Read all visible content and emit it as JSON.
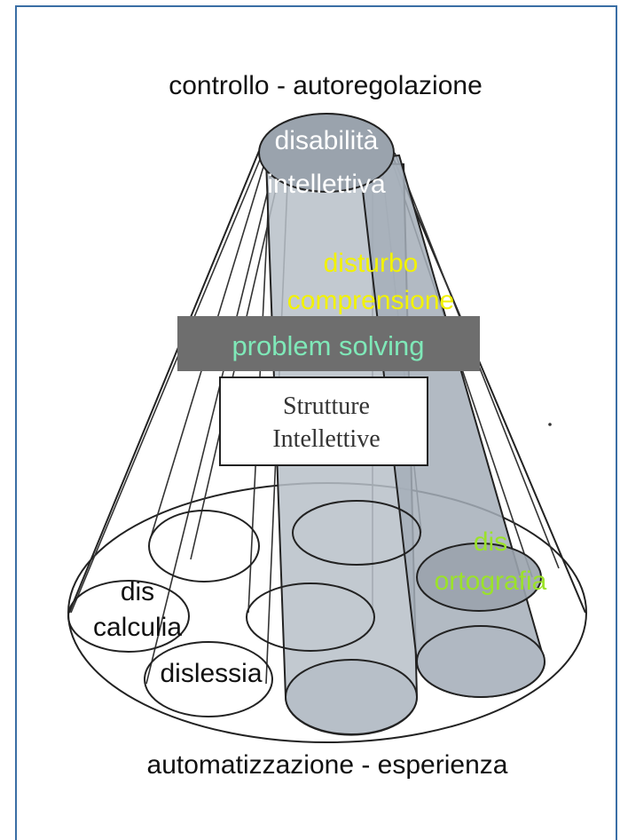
{
  "labels": {
    "top": "controllo - autoregolazione",
    "bottom": "automatizzazione - esperienza",
    "apex_line1": "disabilità",
    "apex_line2": "intellettiva",
    "comp_line1": "disturbo",
    "comp_line2": "comprensione",
    "problem_solving": "problem solving",
    "strutture_line1": "Strutture",
    "strutture_line2": "Intellettive",
    "calc_line1": "dis",
    "calc_line2": "calculia",
    "dislessia": "dislessia",
    "orto_line1": "dis",
    "orto_line2": "ortografia"
  },
  "colors": {
    "frame": "#3a6ea5",
    "cylinder_fill": "#b7bfc8",
    "problem_box": "#6e6e6e",
    "yellow_text": "#f2f200",
    "green_text": "#9be22a",
    "teal_text": "#7fe8b8"
  }
}
